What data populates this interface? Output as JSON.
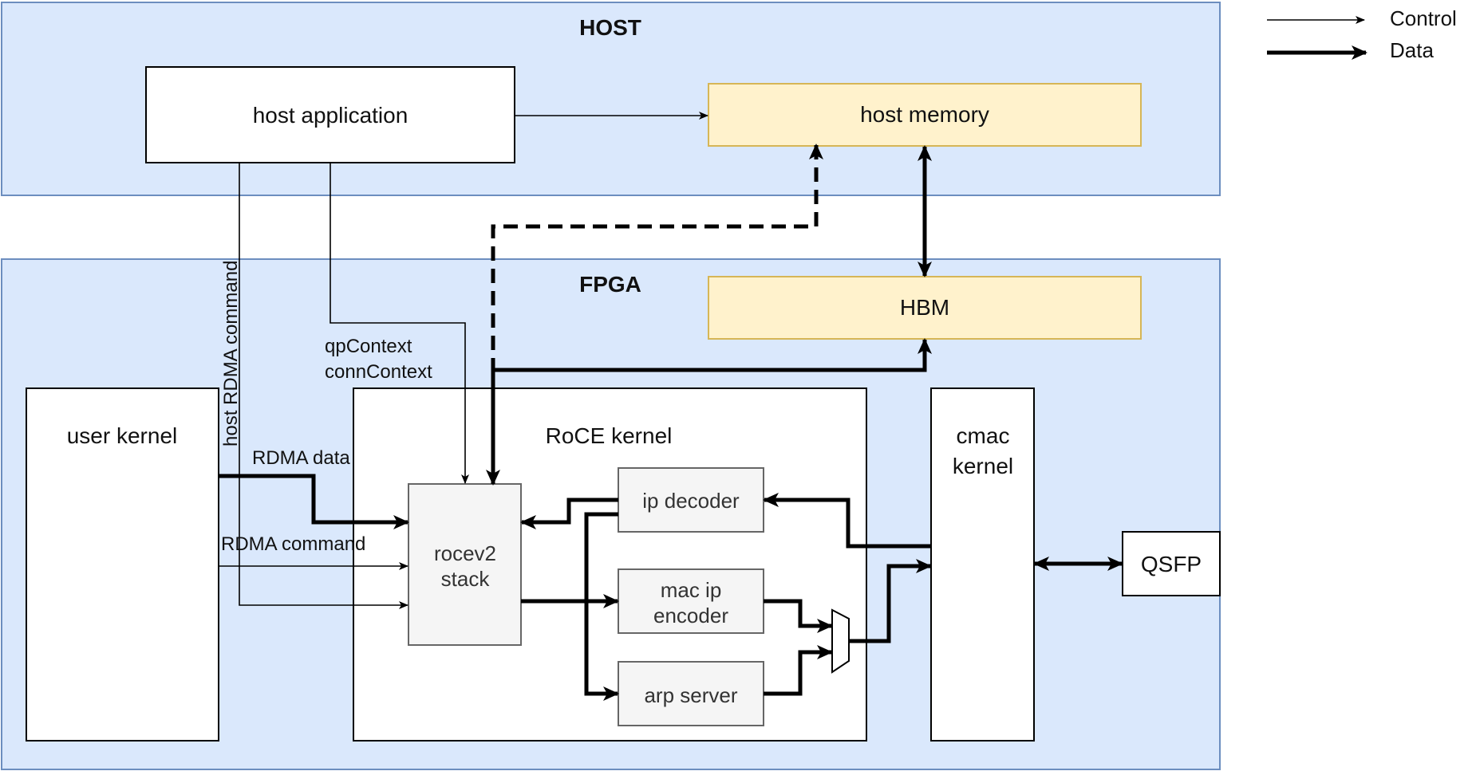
{
  "regions": {
    "host_title": "HOST",
    "fpga_title": "FPGA"
  },
  "legend": {
    "control_label": "Control",
    "data_label": "Data"
  },
  "blocks": {
    "host_application": "host application",
    "host_memory": "host memory",
    "hbm": "HBM",
    "user_kernel": "user kernel",
    "roce_kernel": "RoCE kernel",
    "cmac_kernel_line1": "cmac",
    "cmac_kernel_line2": "kernel",
    "qsfp": "QSFP",
    "rocev2_stack_line1": "rocev2",
    "rocev2_stack_line2": "stack",
    "ip_decoder": "ip decoder",
    "mac_ip_encoder_line1": "mac ip",
    "mac_ip_encoder_line2": "encoder",
    "arp_server": "arp server"
  },
  "edge_labels": {
    "host_rdma_command": "host RDMA command",
    "qp_context": "qpContext",
    "conn_context": "connContext",
    "rdma_data": "RDMA data",
    "rdma_command": "RDMA command"
  },
  "colors": {
    "region_fill": "#dae8fc",
    "region_border": "#6c8ebf",
    "memory_fill": "#fff2cc",
    "memory_border": "#d6b656",
    "submodule_fill": "#f5f5f5"
  }
}
